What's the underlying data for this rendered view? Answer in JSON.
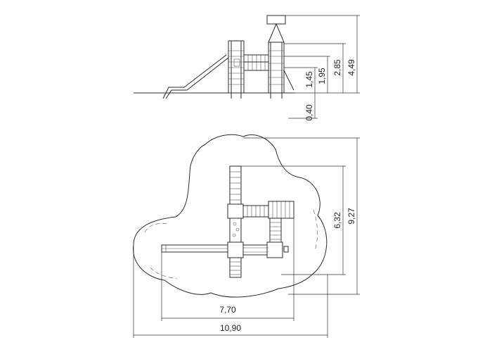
{
  "side_view": {
    "dimensions": {
      "total_height": "4,49",
      "deck_upper": "2,85",
      "deck_lower_2": "1,95",
      "deck_lower_1": "1,45",
      "foundation_depth": "0,40"
    }
  },
  "plan_view": {
    "dimensions": {
      "equipment_length": "7,70",
      "safety_area_length": "10,90",
      "equipment_width": "6,32",
      "safety_area_width": "9,27"
    }
  }
}
